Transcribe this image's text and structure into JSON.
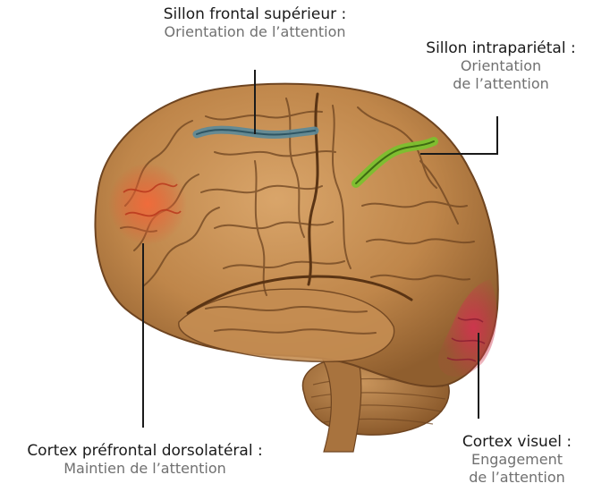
{
  "labels": {
    "superior_frontal": {
      "title": "Sillon frontal supérieur :",
      "line1": "Orientation de l’attention"
    },
    "intraparietal": {
      "title": "Sillon intrapariétal :",
      "line1": "Orientation",
      "line2": "de l’attention"
    },
    "prefrontal": {
      "title": "Cortex préfrontal dorsolatéral :",
      "line1": "Maintien de l’attention"
    },
    "visual": {
      "title": "Cortex visuel :",
      "line1": "Engagement",
      "line2": "de l’attention"
    }
  },
  "colors": {
    "brain": "#c08a4e",
    "brain_dark": "#8a5a2c",
    "sulcus": "#6e4420",
    "superior_frontal": "#5a8a9a",
    "intraparietal": "#6aa82a",
    "prefrontal": "#e8522e",
    "visual": "#c8324a",
    "leader": "#1a1a1a"
  }
}
